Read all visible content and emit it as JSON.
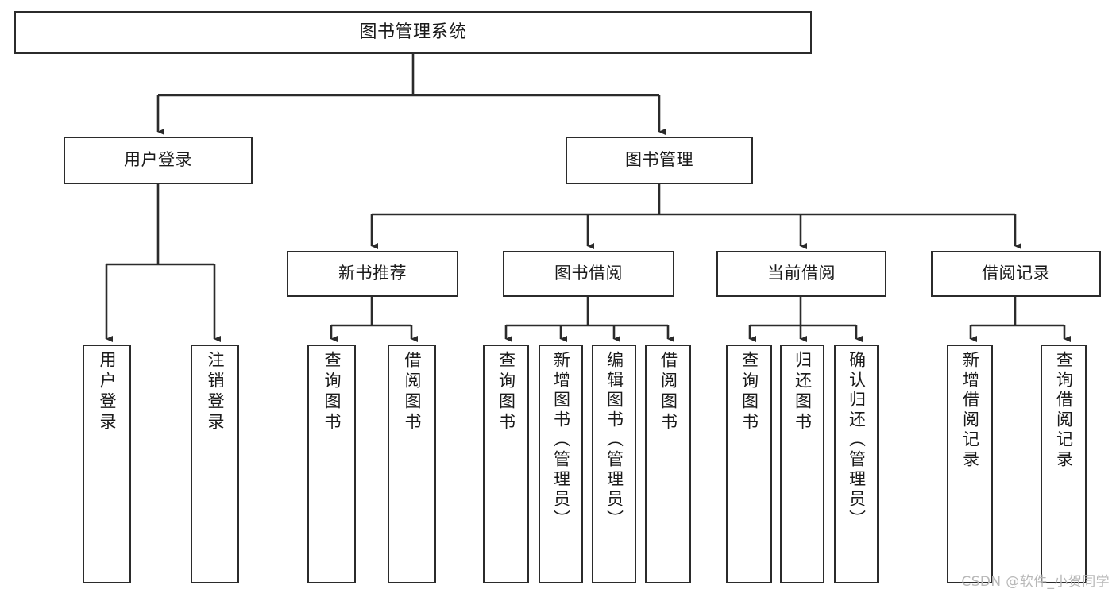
{
  "diagram": {
    "title": "图书管理系统",
    "type": "tree-hierarchy-chart",
    "root": {
      "label": "图书管理系统"
    },
    "level1": [
      {
        "label": "用户登录"
      },
      {
        "label": "图书管理"
      }
    ],
    "level2": [
      {
        "label": "新书推荐"
      },
      {
        "label": "图书借阅"
      },
      {
        "label": "当前借阅"
      },
      {
        "label": "借阅记录"
      }
    ],
    "leaves": {
      "user_login": [
        {
          "label": "用户登录"
        },
        {
          "label": "注销登录"
        }
      ],
      "new_book_recommend": [
        {
          "label": "查询图书"
        },
        {
          "label": "借阅图书"
        }
      ],
      "book_borrow": [
        {
          "label": "查询图书"
        },
        {
          "label": "新增图书（管理员）"
        },
        {
          "label": "编辑图书（管理员）"
        },
        {
          "label": "借阅图书"
        }
      ],
      "current_borrow": [
        {
          "label": "查询图书"
        },
        {
          "label": "归还图书"
        },
        {
          "label": "确认归还（管理员）"
        }
      ],
      "borrow_record": [
        {
          "label": "新增借阅记录"
        },
        {
          "label": "查询借阅记录"
        }
      ]
    }
  },
  "watermark": {
    "text": "CSDN @软件_小贺同学"
  },
  "colors": {
    "stroke": "#2b2b2b",
    "fill": "#ffffff",
    "text": "#1a1a1a",
    "watermark": "#b8b8b8"
  }
}
